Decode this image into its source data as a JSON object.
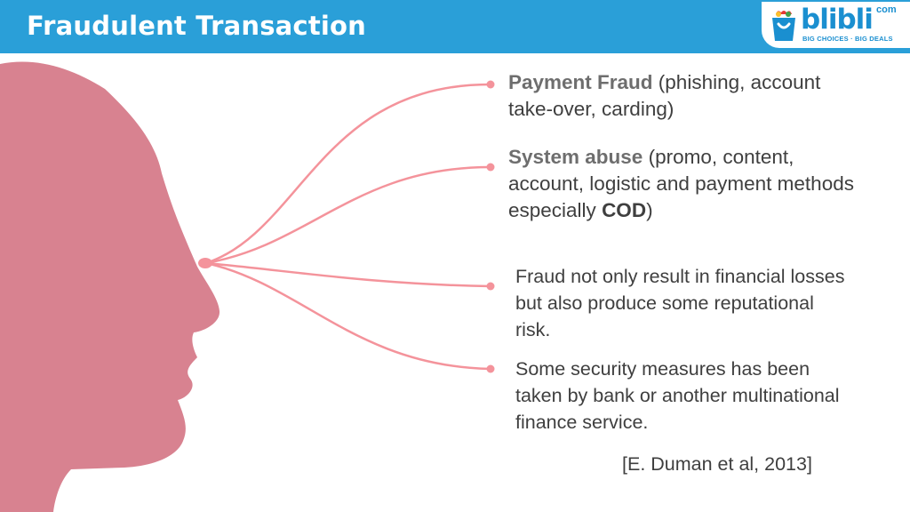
{
  "header": {
    "title": "Fraudulent Transaction"
  },
  "logo": {
    "word": "blibli",
    "suffix": "com",
    "tagline": "BIG CHOICES · BIG DEALS"
  },
  "items": [
    {
      "bold": "Payment Fraud",
      "text": " (phishing, account take-over, carding)"
    },
    {
      "bold": "System abuse",
      "text": " (promo, content, account, logistic and payment methods especially ",
      "bold2": "COD",
      "tail": ")"
    },
    {
      "text": "Fraud not only result in financial losses but also produce some reputational risk."
    },
    {
      "text": "Some security measures has been taken by bank or another multinational finance service."
    }
  ],
  "citation": "[E. Duman et al, 2013]",
  "colors": {
    "header": "#2a9fd8",
    "silhouette": "#d88290",
    "connector": "#f4939b",
    "text": "#3f3f3f"
  }
}
